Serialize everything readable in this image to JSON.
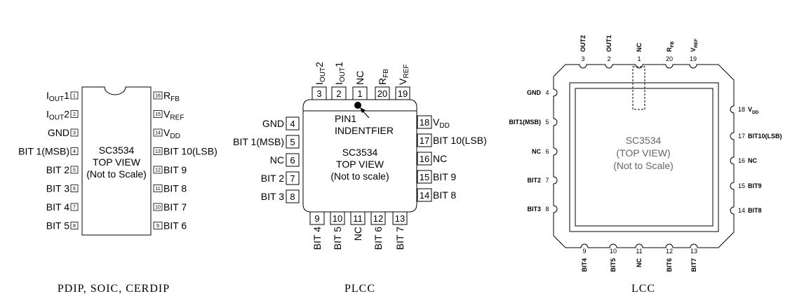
{
  "pdip": {
    "caption": "PDIP, SOIC, CERDIP",
    "center": [
      "SC3534",
      "TOP VIEW",
      "(Not to Scale)"
    ],
    "left": [
      {
        "num": "1",
        "base": "I",
        "sub": "OUT",
        "rest": "1"
      },
      {
        "num": "2",
        "base": "I",
        "sub": "OUT",
        "rest": "2"
      },
      {
        "num": "3",
        "base": "GND",
        "sub": "",
        "rest": ""
      },
      {
        "num": "4",
        "base": "BIT 1(MSB)",
        "sub": "",
        "rest": ""
      },
      {
        "num": "5",
        "base": "BIT 2",
        "sub": "",
        "rest": ""
      },
      {
        "num": "6",
        "base": "BIT 3",
        "sub": "",
        "rest": ""
      },
      {
        "num": "7",
        "base": "BIT 4",
        "sub": "",
        "rest": ""
      },
      {
        "num": "8",
        "base": "BIT 5",
        "sub": "",
        "rest": ""
      }
    ],
    "right": [
      {
        "num": "16",
        "base": "R",
        "sub": "FB",
        "rest": ""
      },
      {
        "num": "15",
        "base": "V",
        "sub": "REF",
        "rest": ""
      },
      {
        "num": "14",
        "base": "V",
        "sub": "DD",
        "rest": ""
      },
      {
        "num": "13",
        "base": "BIT 10(LSB)",
        "sub": "",
        "rest": ""
      },
      {
        "num": "12",
        "base": "BIT 9",
        "sub": "",
        "rest": ""
      },
      {
        "num": "11",
        "base": "BIT 8",
        "sub": "",
        "rest": ""
      },
      {
        "num": "10",
        "base": "BIT 7",
        "sub": "",
        "rest": ""
      },
      {
        "num": "9",
        "base": "BIT 6",
        "sub": "",
        "rest": ""
      }
    ]
  },
  "plcc": {
    "caption": "PLCC",
    "center": [
      "SC3534",
      "TOP VIEW",
      "(Not to scale)"
    ],
    "pin1_note": [
      "PIN1",
      "INDENTFIER"
    ],
    "top": [
      {
        "num": "3",
        "base": "I",
        "sub": "OUT",
        "rest": "2"
      },
      {
        "num": "2",
        "base": "I",
        "sub": "OUT",
        "rest": "1"
      },
      {
        "num": "1",
        "base": "NC",
        "sub": "",
        "rest": ""
      },
      {
        "num": "20",
        "base": "R",
        "sub": "FB",
        "rest": ""
      },
      {
        "num": "19",
        "base": "V",
        "sub": "REF",
        "rest": ""
      }
    ],
    "left": [
      {
        "num": "4",
        "label": "GND"
      },
      {
        "num": "5",
        "label": "BIT 1(MSB)"
      },
      {
        "num": "6",
        "label": "NC"
      },
      {
        "num": "7",
        "label": "BIT 2"
      },
      {
        "num": "8",
        "label": "BIT 3"
      }
    ],
    "right": [
      {
        "num": "18",
        "base": "V",
        "sub": "DD"
      },
      {
        "num": "17",
        "base": "BIT 10(LSB)",
        "sub": ""
      },
      {
        "num": "16",
        "base": "NC",
        "sub": ""
      },
      {
        "num": "15",
        "base": "BIT 9",
        "sub": ""
      },
      {
        "num": "14",
        "base": "BIT 8",
        "sub": ""
      }
    ],
    "bottom": [
      {
        "num": "9",
        "label": "BIT 4"
      },
      {
        "num": "10",
        "label": "BIT 5"
      },
      {
        "num": "11",
        "label": "NC"
      },
      {
        "num": "12",
        "label": "BIT 6"
      },
      {
        "num": "13",
        "label": "BIT 7"
      }
    ]
  },
  "lcc": {
    "caption": "LCC",
    "center": [
      "SC3534",
      "(TOP VIEW)",
      "(Not to Scale)"
    ],
    "top": [
      {
        "num": "3",
        "base": "OUT2",
        "sub": ""
      },
      {
        "num": "2",
        "base": "OUT1",
        "sub": ""
      },
      {
        "num": "1",
        "base": "NC",
        "sub": ""
      },
      {
        "num": "20",
        "base": "R",
        "sub": "FB"
      },
      {
        "num": "19",
        "base": "V",
        "sub": "REF"
      }
    ],
    "left": [
      {
        "num": "4",
        "label": "GND"
      },
      {
        "num": "5",
        "label": "BIT1(MSB)"
      },
      {
        "num": "6",
        "label": "NC"
      },
      {
        "num": "7",
        "label": "BIT2"
      },
      {
        "num": "8",
        "label": "BIT3"
      }
    ],
    "right": [
      {
        "num": "18",
        "base": "V",
        "sub": "DD"
      },
      {
        "num": "17",
        "base": "BIT10(LSB)",
        "sub": ""
      },
      {
        "num": "16",
        "base": "NC",
        "sub": ""
      },
      {
        "num": "15",
        "base": "BIT9",
        "sub": ""
      },
      {
        "num": "14",
        "base": "BIT8",
        "sub": ""
      }
    ],
    "bottom": [
      {
        "num": "9",
        "label": "BIT4"
      },
      {
        "num": "10",
        "label": "BIT5"
      },
      {
        "num": "11",
        "label": "NC"
      },
      {
        "num": "12",
        "label": "BIT6"
      },
      {
        "num": "13",
        "label": "BIT7"
      }
    ]
  }
}
